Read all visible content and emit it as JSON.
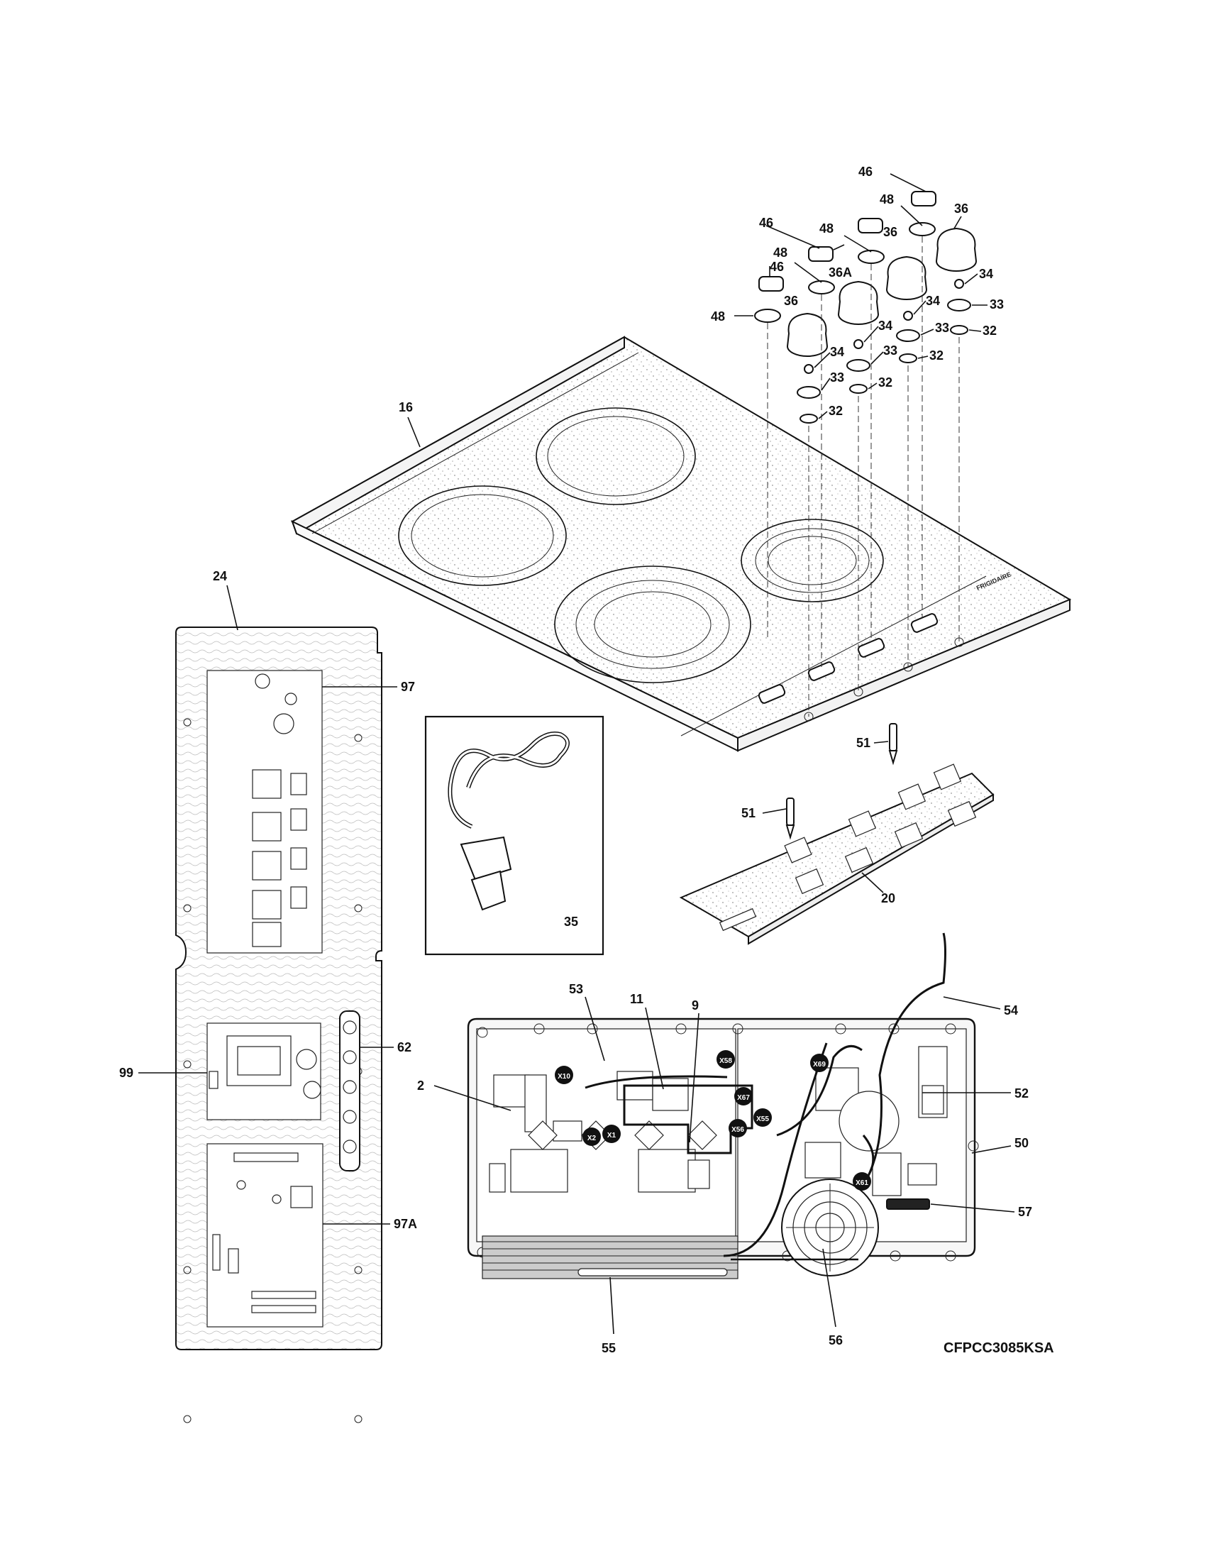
{
  "model_number": "CFPCC3085KSA",
  "brand_logo_text": "FRIGIDAIRE",
  "callouts": {
    "c46a": "46",
    "c46b": "46",
    "c46c": "46",
    "c48a": "48",
    "c48b": "48",
    "c48c": "48",
    "c48d": "48",
    "c36a": "36",
    "c36b": "36",
    "c36c": "36",
    "c36A": "36A",
    "c34a": "34",
    "c34b": "34",
    "c34c": "34",
    "c34d": "34",
    "c33a": "33",
    "c33b": "33",
    "c33c": "33",
    "c33d": "33",
    "c32a": "32",
    "c32b": "32",
    "c32c": "32",
    "c32d": "32",
    "c16": "16",
    "c24": "24",
    "c97": "97",
    "c97A": "97A",
    "c99": "99",
    "c62": "62",
    "c51a": "51",
    "c51b": "51",
    "c20": "20",
    "c35": "35",
    "c53": "53",
    "c11": "11",
    "c9": "9",
    "c54": "54",
    "c2": "2",
    "c52": "52",
    "c50": "50",
    "c57": "57",
    "c55": "55",
    "c56": "56"
  },
  "connectors": [
    "X10",
    "X58",
    "X67",
    "X55",
    "X56",
    "X69",
    "X2",
    "X1",
    "X61"
  ]
}
